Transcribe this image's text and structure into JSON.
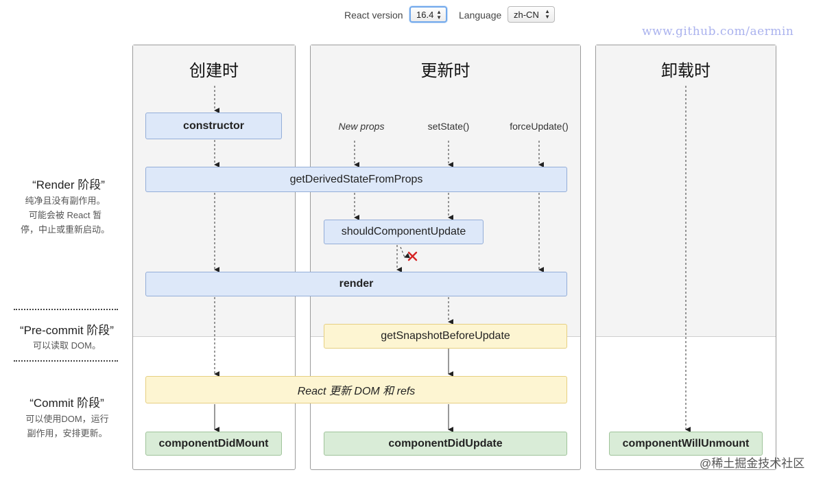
{
  "controls": {
    "react_version_label": "React version",
    "react_version_value": "16.4",
    "language_label": "Language",
    "language_value": "zh-CN"
  },
  "watermark": "www.github.com/aermin",
  "credit": "@稀土掘金技术社区",
  "phases": {
    "render": {
      "title": "“Render 阶段”",
      "desc": [
        "纯净且没有副作用。",
        "可能会被 React 暂",
        "停，中止或重新启动。"
      ]
    },
    "precommit": {
      "title": "“Pre-commit 阶段”",
      "desc": [
        "可以读取 DOM。"
      ]
    },
    "commit": {
      "title": "“Commit 阶段”",
      "desc": [
        "可以使用DOM，运行",
        "副作用，安排更新。"
      ]
    }
  },
  "columns": {
    "mounting": "创建时",
    "updating": "更新时",
    "unmounting": "卸载时"
  },
  "triggers": {
    "new_props": "New props",
    "set_state": "setState()",
    "force_update": "forceUpdate()"
  },
  "methods": {
    "constructor": "constructor",
    "get_derived_state": "getDerivedStateFromProps",
    "should_update": "shouldComponentUpdate",
    "render": "render",
    "get_snapshot": "getSnapshotBeforeUpdate",
    "react_updates_dom": "React 更新 DOM 和 refs",
    "did_mount": "componentDidMount",
    "did_update": "componentDidUpdate",
    "will_unmount": "componentWillUnmount"
  },
  "colors": {
    "render_phase_box": "#dde8f9",
    "precommit_box": "#fdf5d2",
    "commit_box": "#d9ecd7",
    "cancel_mark": "#d62525"
  }
}
